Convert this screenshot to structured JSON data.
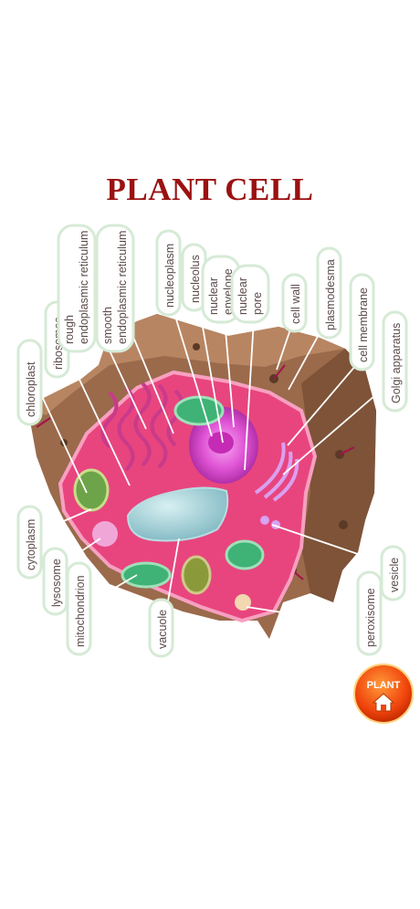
{
  "title": "PLANT CELL",
  "labels": {
    "chloroplast": "chloroplast",
    "ribosomes": "ribosomes",
    "rough_er_1": "rough",
    "rough_er_2": "endoplasmic reticulum",
    "smooth_er_1": "smooth",
    "smooth_er_2": "endoplasmic reticulum",
    "nucleoplasm": "nucleoplasm",
    "nucleolus": "nucleolus",
    "nuclear_envelope_1": "nuclear",
    "nuclear_envelope_2": "envelope",
    "nuclear_pore_1": "nuclear",
    "nuclear_pore_2": "pore",
    "cell_wall": "cell wall",
    "plasmodesma": "plasmodesma",
    "cell_membrane": "cell membrane",
    "golgi": "Golgi apparatus",
    "cytoplasm": "cytoplasm",
    "lysosome": "lysosome",
    "mitochondrion": "mitochondrion",
    "vacuole": "vacuole",
    "peroxisome": "peroxisome",
    "vesicle": "vesicle"
  },
  "home_button": {
    "label": "PLANT",
    "icon": "house-icon"
  },
  "colors": {
    "title": "#9b1111",
    "cell_wall": "#9a6a4b",
    "cytoplasm": "#e8457e",
    "vacuole": "#a9d6dc",
    "button": "#f04a10"
  }
}
